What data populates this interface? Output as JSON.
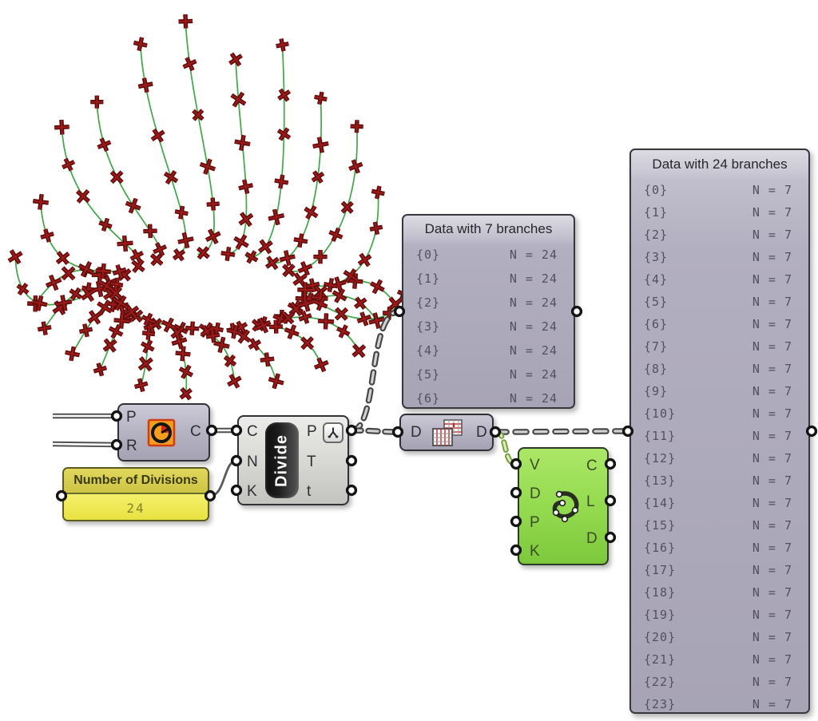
{
  "app": {
    "name": "Grasshopper definition canvas"
  },
  "viewport": {
    "description": "Rhino preview: bowl made of 24 interpolated curves through 7 rings of divide points",
    "curve_count": 24,
    "markers_per_curve": 7,
    "curve_color": "#35a23d",
    "marker_outer": "#5d0c0c",
    "marker_inner": "#9c1a1a"
  },
  "components": {
    "circle": {
      "inputs": [
        "P",
        "R"
      ],
      "outputs": [
        "C"
      ],
      "icon": "circle-icon"
    },
    "slider": {
      "title": "Number of Divisions",
      "value": "24"
    },
    "divide": {
      "label": "Divide",
      "inputs": [
        "C",
        "N",
        "K"
      ],
      "outputs": [
        "P",
        "T",
        "t"
      ],
      "badge": "graft-icon"
    },
    "flip_matrix": {
      "input": "D",
      "output": "D",
      "icon": "flip-matrix-icon"
    },
    "interpolate": {
      "inputs": [
        "V",
        "D",
        "P",
        "K"
      ],
      "outputs": [
        "C",
        "L",
        "D"
      ],
      "icon": "interpolate-icon"
    },
    "panel7": {
      "title": "Data with 7 branches",
      "rows": [
        {
          "branch": "{0}",
          "value": "N = 24"
        },
        {
          "branch": "{1}",
          "value": "N = 24"
        },
        {
          "branch": "{2}",
          "value": "N = 24"
        },
        {
          "branch": "{3}",
          "value": "N = 24"
        },
        {
          "branch": "{4}",
          "value": "N = 24"
        },
        {
          "branch": "{5}",
          "value": "N = 24"
        },
        {
          "branch": "{6}",
          "value": "N = 24"
        }
      ]
    },
    "panel24": {
      "title": "Data with 24 branches",
      "rows": [
        {
          "branch": "{0}",
          "value": "N = 7"
        },
        {
          "branch": "{1}",
          "value": "N = 7"
        },
        {
          "branch": "{2}",
          "value": "N = 7"
        },
        {
          "branch": "{3}",
          "value": "N = 7"
        },
        {
          "branch": "{4}",
          "value": "N = 7"
        },
        {
          "branch": "{5}",
          "value": "N = 7"
        },
        {
          "branch": "{6}",
          "value": "N = 7"
        },
        {
          "branch": "{7}",
          "value": "N = 7"
        },
        {
          "branch": "{8}",
          "value": "N = 7"
        },
        {
          "branch": "{9}",
          "value": "N = 7"
        },
        {
          "branch": "{10}",
          "value": "N = 7"
        },
        {
          "branch": "{11}",
          "value": "N = 7"
        },
        {
          "branch": "{12}",
          "value": "N = 7"
        },
        {
          "branch": "{13}",
          "value": "N = 7"
        },
        {
          "branch": "{14}",
          "value": "N = 7"
        },
        {
          "branch": "{15}",
          "value": "N = 7"
        },
        {
          "branch": "{16}",
          "value": "N = 7"
        },
        {
          "branch": "{17}",
          "value": "N = 7"
        },
        {
          "branch": "{18}",
          "value": "N = 7"
        },
        {
          "branch": "{19}",
          "value": "N = 7"
        },
        {
          "branch": "{20}",
          "value": "N = 7"
        },
        {
          "branch": "{21}",
          "value": "N = 7"
        },
        {
          "branch": "{22}",
          "value": "N = 7"
        },
        {
          "branch": "{23}",
          "value": "N = 7"
        }
      ]
    }
  },
  "colors": {
    "selected_green": "#8ed34a",
    "component_lavender": "#aeabbc",
    "wire_gray": "#4a4a4a",
    "slider_yellow": "#f0ea62",
    "marker_red": "#8b1515",
    "curve_green": "#35a23d"
  }
}
